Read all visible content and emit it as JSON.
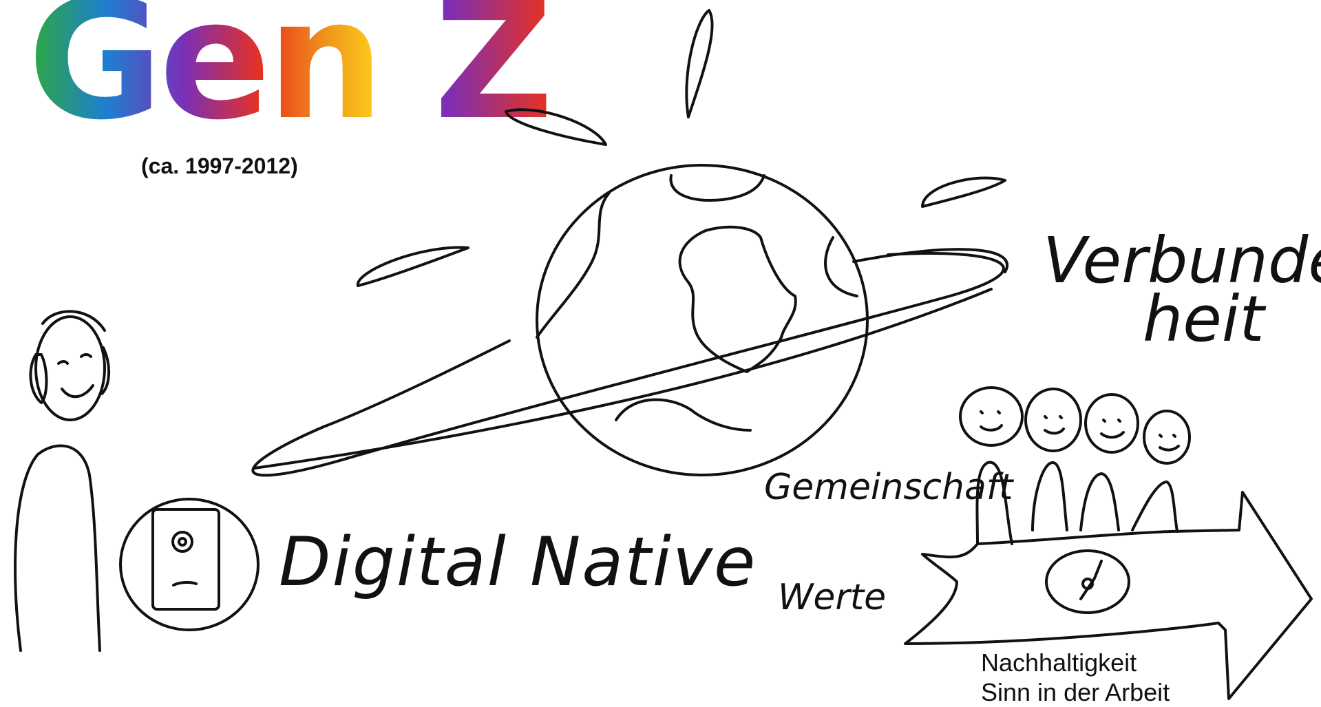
{
  "title": "Gen Z",
  "years": "(ca. 1997-2012)",
  "labels": {
    "digital_native": "Digital Native",
    "verbundenheit_1": "Verbunden-",
    "verbundenheit_2": "heit",
    "gemeinschaft": "Gemeinschaft",
    "werte": "Werte",
    "nachhaltigkeit": "Nachhaltigkeit",
    "sinn": "Sinn in der Arbeit"
  },
  "colors": {
    "ink": "#111111",
    "rainbow": [
      "#2eaa3a",
      "#1e7fd0",
      "#7a2fb8",
      "#d6338a",
      "#f09a1c",
      "#ffd21c",
      "#e8321e"
    ]
  },
  "icons": [
    "person-with-headphones-icon",
    "smartphone-icon",
    "globe-icon",
    "compass-icon",
    "group-of-people-icon",
    "arrow-icon"
  ]
}
